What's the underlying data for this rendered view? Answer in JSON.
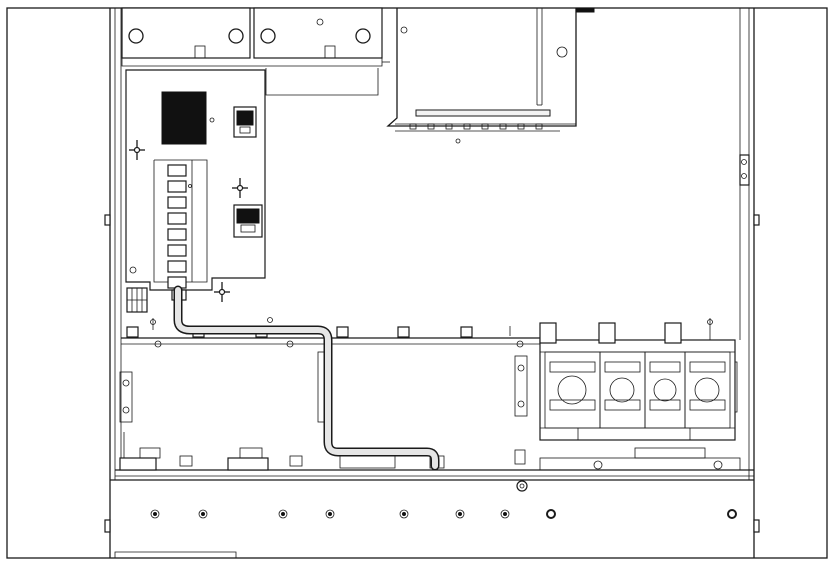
{
  "colors": {
    "line": "#1a1a1a",
    "background": "#ffffff",
    "cable_fill": "#e6e6e6",
    "chip_fill": "#111111"
  },
  "components": {
    "dimm_slot_count": 8,
    "fan_module_count": 4,
    "front_screw_count": 7
  }
}
